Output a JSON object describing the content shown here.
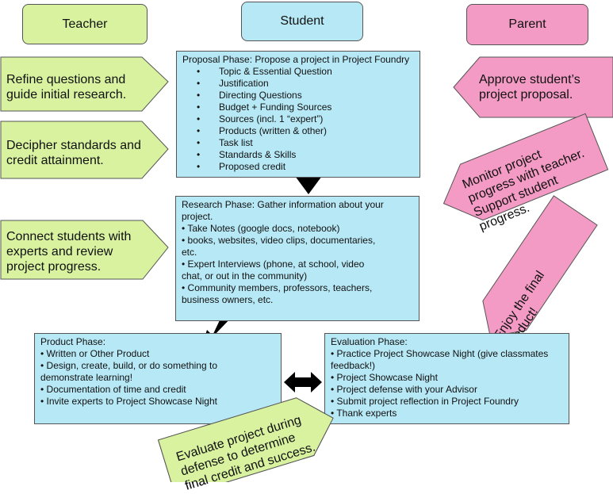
{
  "headers": {
    "teacher": "Teacher",
    "student": "Student",
    "parent": "Parent"
  },
  "teacher_notes": [
    "Refine questions and guide initial research.",
    "Decipher standards and credit attainment.",
    "Connect students with experts and review project progress.",
    "Evaluate project during defense to determine final credit and success."
  ],
  "parent_notes": [
    "Approve student’s project proposal.",
    "Monitor project progress with teacher. Support student progress.",
    "Enjoy the final product!"
  ],
  "proposal": {
    "title": "Proposal Phase: Propose a project in Project Foundry",
    "items": [
      "Topic & Essential Question",
      "Justification",
      "Directing Questions",
      "Budget + Funding Sources",
      "Sources (incl. 1 “expert”)",
      "Products (written & other)",
      "Task list",
      "Standards & Skills",
      "Proposed credit"
    ]
  },
  "research": {
    "title": "Research Phase: Gather information about your project.",
    "items": [
      "• Take Notes (google docs, notebook)",
      "• books, websites, video clips, documentaries, etc.",
      "• Expert Interviews (phone, at school, video chat, or out in the community)",
      "• Community members, professors, teachers, business owners, etc."
    ]
  },
  "product": {
    "title": "Product Phase:",
    "items": [
      "• Written or Other Product",
      "• Design, create, build, or do something to demonstrate learning!",
      "• Documentation of time and credit",
      "• Invite experts to Project Showcase Night"
    ]
  },
  "evaluation": {
    "title": "Evaluation Phase:",
    "items": [
      "• Practice Project Showcase Night (give classmates feedback!)",
      "• Project Showcase Night",
      "• Project defense with your Advisor",
      "• Submit project reflection in Project Foundry",
      "• Thank experts"
    ]
  },
  "colors": {
    "teacher": "#d8f2a0",
    "student": "#b7e8f5",
    "parent": "#f39bc4",
    "border": "#555555"
  }
}
